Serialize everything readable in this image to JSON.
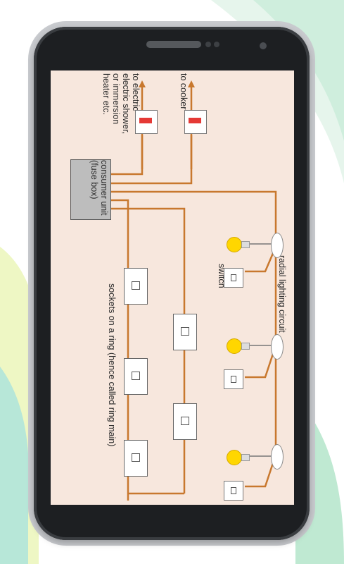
{
  "labels": {
    "to_electric": "to electric\nelectric shower,\nor immersion\nheater etc.",
    "to_cooker": "to cooker",
    "consumer_unit": "consumer unit\n(fuse box)",
    "radial_lighting": "radial lighting circuit",
    "switch": "switch",
    "sockets_ring": "sockets on a ring (hence called ring main)"
  },
  "colors": {
    "wire": "#c8782e",
    "screen_bg": "#f7e7dd",
    "bulb": "#ffd600"
  },
  "icons": [
    "lightbulb-icon",
    "wall-switch-icon",
    "socket-outlet-icon",
    "ceiling-rose-icon"
  ]
}
